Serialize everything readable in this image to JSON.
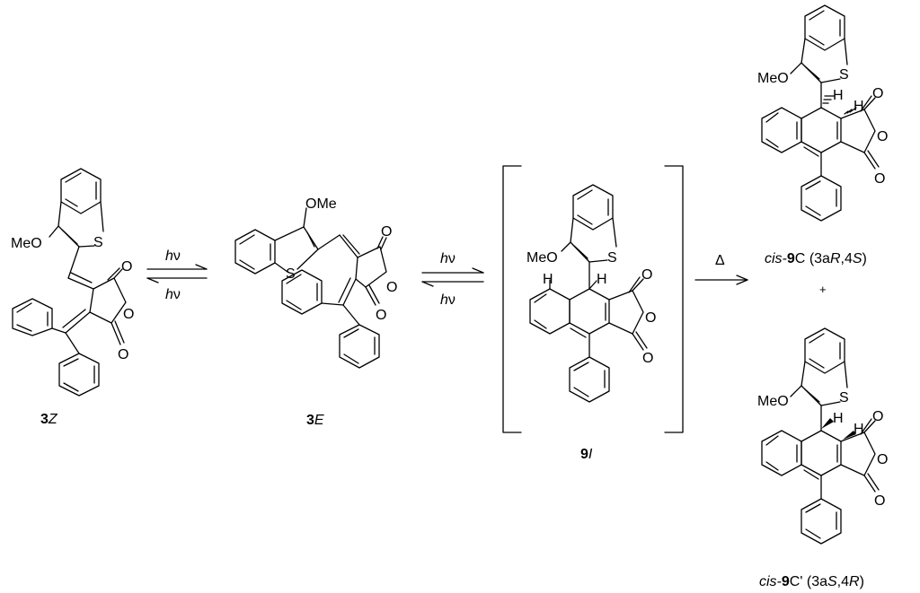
{
  "compounds": {
    "c3Z": {
      "num": "3",
      "suffix": "Z"
    },
    "c3E": {
      "num": "3",
      "suffix": "E"
    },
    "c9I": {
      "num": "9",
      "suffix": "I"
    },
    "c9C": {
      "prefix": "cis-",
      "num": "9",
      "suffix": "C",
      "config_a": "(3a",
      "config_b": "R",
      "config_c": ",4",
      "config_d": "S",
      "config_e": ")"
    },
    "c9Cp": {
      "prefix": "cis-",
      "num": "9",
      "suffix": "C'",
      "config_a": "(3a",
      "config_b": "S",
      "config_c": ",4",
      "config_d": "R",
      "config_e": ")"
    }
  },
  "atoms": {
    "oxygen": "O",
    "sulfur": "S",
    "methoxy_left": "MeO",
    "methoxy_right": "OMe",
    "hydrogen": "H"
  },
  "arrows": {
    "photo_h": "h",
    "photo_nu": "ν",
    "heat": "Δ",
    "plus": "+"
  }
}
